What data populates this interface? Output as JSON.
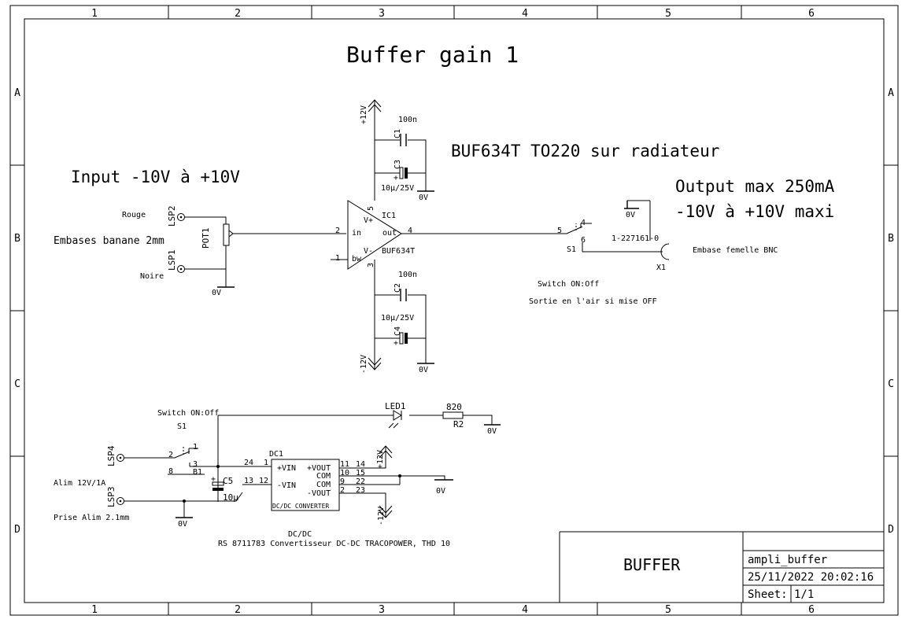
{
  "title": "Buffer gain 1",
  "frame": {
    "cols": [
      "1",
      "2",
      "3",
      "4",
      "5",
      "6"
    ],
    "rows": [
      "A",
      "B",
      "C",
      "D"
    ]
  },
  "notes": {
    "chip": "BUF634T TO220 sur radiateur",
    "input": "Input -10V à +10V",
    "output1": "Output max 250mA",
    "output2": "-10V à +10V maxi",
    "banana": "Embases banane 2mm",
    "bnc": "Embase femelle BNC",
    "switch_sw": "Switch ON:Off",
    "sortie": "Sortie en l'air si mise OFF",
    "switch_pwr": "Switch ON:Off",
    "alim": "Alim 12V/1A",
    "prise": "Prise Alim 2.1mm",
    "dcdc1": "DC/DC",
    "dcdc2": "RS 8711783 Convertisseur DC-DC TRACOPOWER, THD 10"
  },
  "parts": {
    "lsp2": "LSP2",
    "lsp1": "LSP1",
    "lsp4": "LSP4",
    "lsp3": "LSP3",
    "rouge": "Rouge",
    "noire": "Noire",
    "pot1": "POT1",
    "c1": "C1",
    "c1v": "100n",
    "c3": "C3",
    "c3v": "10µ/25V",
    "c2": "C2",
    "c2v": "100n",
    "c4": "C4",
    "c4v": "10µ/25V",
    "c5": "C5",
    "c5v": "10µ",
    "ic1": "IC1",
    "ic1v": "BUF634T",
    "pin_in": "in",
    "pin_out": "out",
    "pin_bw": "bw",
    "pin_vp": "V+",
    "pin_vm": "V-",
    "s1": "S1",
    "x1": "X1",
    "x1v": "1-227161-0",
    "led1": "LED1",
    "r2": "R2",
    "r2v": "820",
    "dc1": "DC1",
    "dc_vin_p": "+VIN",
    "dc_vin_m": "-VIN",
    "dc_vout_p": "+VOUT",
    "dc_com1": "COM",
    "dc_com2": "COM",
    "dc_vout_m": "-VOUT",
    "dc_name": "DC/DC CONVERTER"
  },
  "nets": {
    "p12a": "+12V",
    "m12a": "-12V",
    "p12b": "+12V",
    "m12b": "-12V",
    "gnd_c3": "0V",
    "gnd_c4": "0V",
    "gnd_in": "0V",
    "gnd_bnc": "0V",
    "gnd_r2": "0V",
    "gnd_alim": "0V",
    "gnd_dc": "0V"
  },
  "pins": {
    "ic_in": "2",
    "ic_bw": "1",
    "ic_out": "4",
    "ic_vp": "5",
    "ic_vm": "3",
    "s1a_c": "5",
    "s1a_1": "4",
    "s1a_2": "6",
    "s1b_c": "2",
    "s1b_1": "1",
    "s1b_2": "3",
    "s1b_4": "8",
    "s1b_5": "B1",
    "dc_24": "24",
    "dc_1": "1",
    "dc_13": "13",
    "dc_12": "12",
    "dc_11": "11",
    "dc_14": "14",
    "dc_10": "10",
    "dc_15": "15",
    "dc_9": "9",
    "dc_22": "22",
    "dc_2": "2",
    "dc_23": "23"
  },
  "title_block": {
    "name": "BUFFER",
    "file": "ampli_buffer",
    "date": "25/11/2022 20:02:16",
    "sheet": "Sheet: 1/1"
  }
}
